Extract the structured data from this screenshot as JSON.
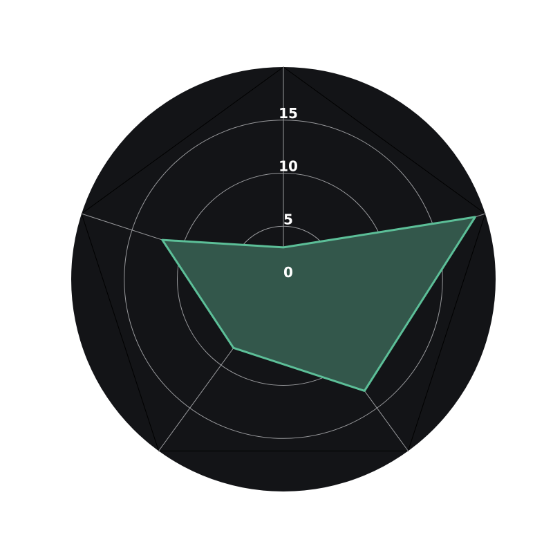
{
  "chart_data": {
    "type": "radar",
    "categories": [
      "",
      "",
      "",
      "",
      ""
    ],
    "series": [
      {
        "values": [
          3,
          19,
          13,
          8,
          12
        ]
      }
    ],
    "radial_ticks": [
      0,
      5,
      10,
      15
    ],
    "tick_labels": [
      "0",
      "5",
      "10",
      "15"
    ],
    "rlim": [
      0,
      20
    ],
    "grid": true,
    "legend": "none"
  },
  "colors": {
    "background": "#131417",
    "grid": "#9a9b9e",
    "frame": "#000000",
    "series_fill": "#33574b",
    "series_stroke": "#5cbf98"
  }
}
